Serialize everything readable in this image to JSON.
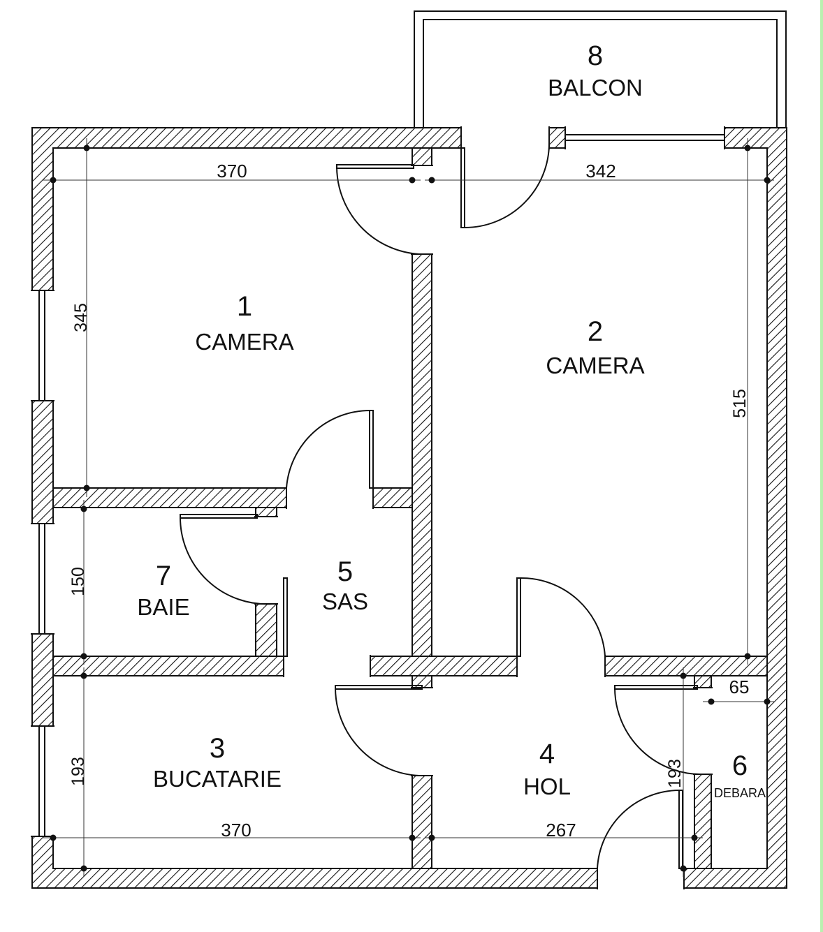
{
  "rooms": [
    {
      "id": "r1",
      "number": "1",
      "name": "CAMERA"
    },
    {
      "id": "r2",
      "number": "2",
      "name": "CAMERA"
    },
    {
      "id": "r3",
      "number": "3",
      "name": "BUCATARIE"
    },
    {
      "id": "r4",
      "number": "4",
      "name": "HOL"
    },
    {
      "id": "r5",
      "number": "5",
      "name": "SAS"
    },
    {
      "id": "r6",
      "number": "6",
      "name": "DEBARA"
    },
    {
      "id": "r7",
      "number": "7",
      "name": "BAIE"
    },
    {
      "id": "r8",
      "number": "8",
      "name": "BALCON"
    }
  ],
  "dimensions": {
    "camera1_width": "370",
    "camera2_width": "342",
    "camera1_height": "345",
    "camera2_height": "515",
    "baie_height": "150",
    "bucatarie_height": "193",
    "bucatarie_width": "370",
    "hol_width": "267",
    "hol_height": "193",
    "debara_width": "65"
  }
}
